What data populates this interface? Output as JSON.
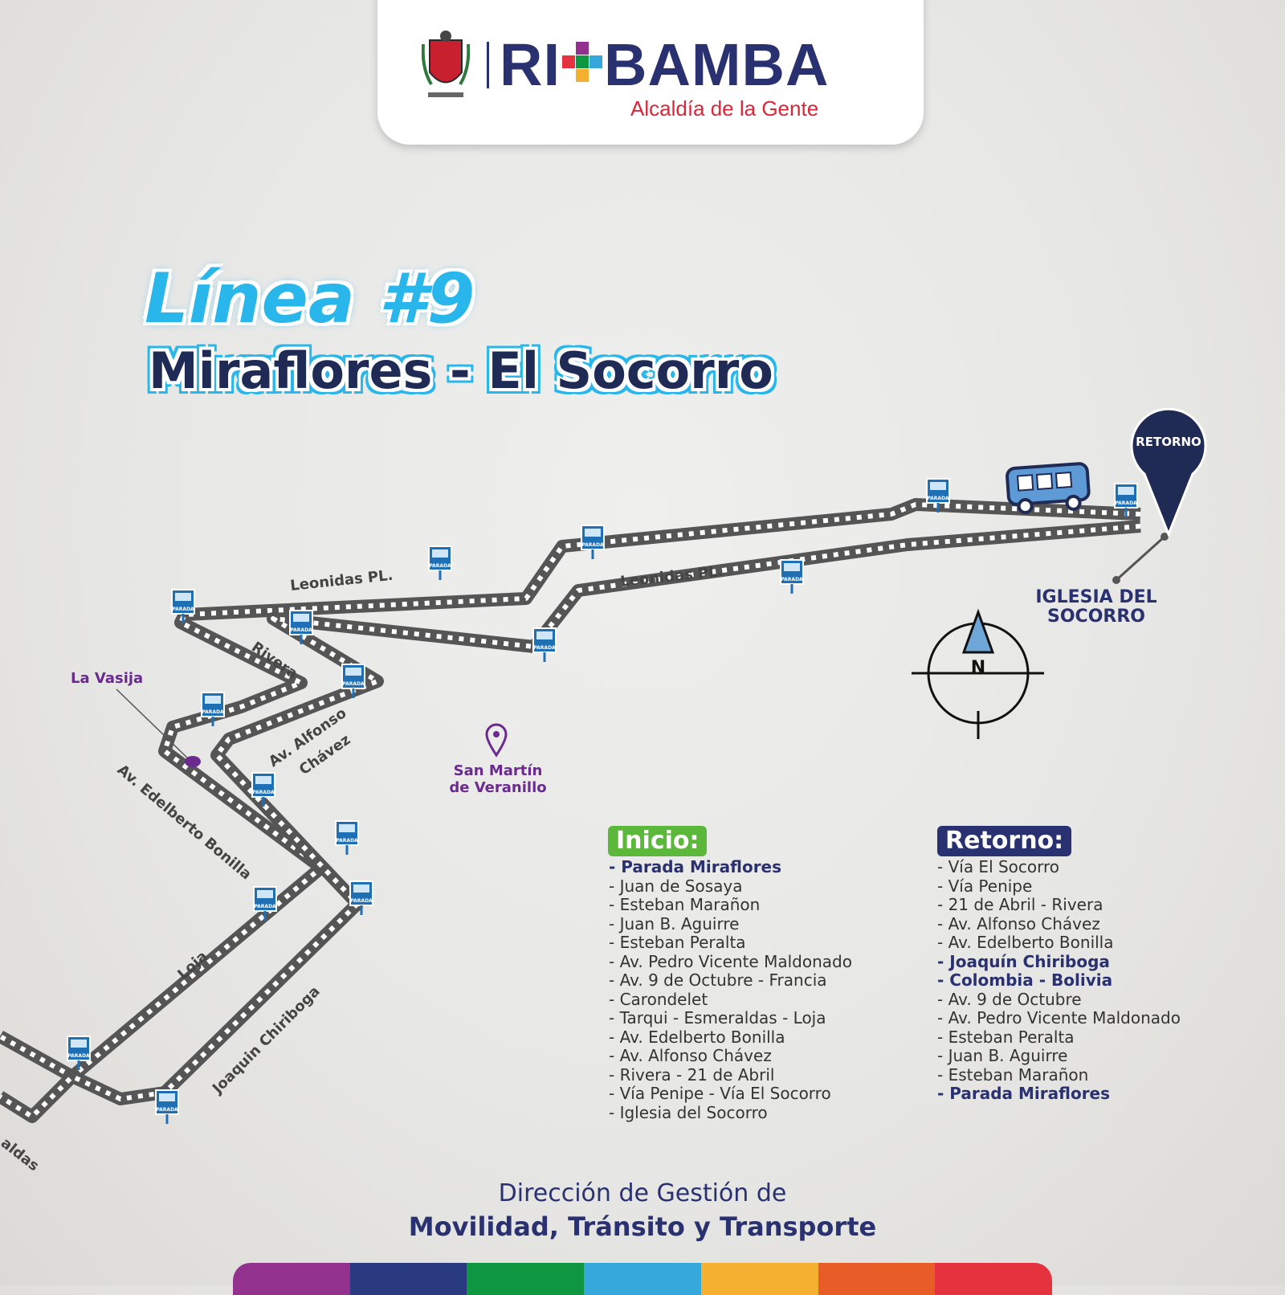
{
  "header": {
    "brand_left": "RI",
    "brand_right": "BAMBA",
    "subtitle": "Alcaldía de la Gente"
  },
  "title": {
    "line": "Línea #9",
    "route": "Miraflores - El Socorro"
  },
  "map": {
    "stop_label": "PARADA",
    "retorno_pin": "RETORNO",
    "compass_letter": "N",
    "streets": {
      "leonidas_1": "Leonidas PL.",
      "leonidas_2": "Leonidas PL.",
      "rivera": "Rivera",
      "alfonso_1": "Av. Alfonso",
      "alfonso_2": "Chávez",
      "edelberto": "Av. Edelberto Bonilla",
      "loja": "Loja",
      "joaquin": "Joaquin Chiriboga",
      "esmeraldas": "aldas"
    },
    "places": {
      "la_vasija": "La Vasija",
      "san_martin_1": "San Martín",
      "san_martin_2": "de Veranillo",
      "iglesia_1": "IGLESIA DEL",
      "iglesia_2": "SOCORRO"
    },
    "route_color": "#555555",
    "stop_color": "#1f6fb5",
    "place_color": "#6a2a8f"
  },
  "inicio": {
    "heading": "Inicio:",
    "color": "#5cb83a",
    "items": [
      {
        "text": "- Parada Miraflores",
        "bold": true
      },
      {
        "text": "- Juan de Sosaya"
      },
      {
        "text": "- Esteban Marañon"
      },
      {
        "text": "- Juan B. Aguirre"
      },
      {
        "text": "- Esteban Peralta"
      },
      {
        "text": "- Av. Pedro Vicente Maldonado"
      },
      {
        "text": "- Av. 9 de Octubre - Francia"
      },
      {
        "text": "- Carondelet"
      },
      {
        "text": "- Tarqui - Esmeraldas - Loja"
      },
      {
        "text": "- Av. Edelberto Bonilla"
      },
      {
        "text": "- Av. Alfonso Chávez"
      },
      {
        "text": "- Rivera - 21 de Abril"
      },
      {
        "text": "- Vía Penipe - Vía El Socorro"
      },
      {
        "text": "- Iglesia del Socorro"
      }
    ]
  },
  "retorno": {
    "heading": "Retorno:",
    "color": "#2a3170",
    "items": [
      {
        "text": "- Vía El Socorro"
      },
      {
        "text": "- Vía Penipe"
      },
      {
        "text": "- 21 de Abril - Rivera"
      },
      {
        "text": "- Av. Alfonso Chávez"
      },
      {
        "text": "- Av. Edelberto Bonilla"
      },
      {
        "text": "- Joaquín Chiriboga",
        "bold": true
      },
      {
        "text": "- Colombia - Bolivia",
        "bold": true
      },
      {
        "text": "- Av. 9 de Octubre"
      },
      {
        "text": "- Av. Pedro Vicente Maldonado"
      },
      {
        "text": "- Esteban Peralta"
      },
      {
        "text": "- Juan B. Aguirre"
      },
      {
        "text": "- Esteban Marañon"
      },
      {
        "text": "- Parada Miraflores",
        "bold": true
      }
    ]
  },
  "footer": {
    "line1": "Dirección de Gestión de",
    "line2": "Movilidad, Tránsito y Transporte"
  },
  "color_bar": [
    "#93328e",
    "#2a3a80",
    "#0e9640",
    "#35a8dc",
    "#f5b031",
    "#e85d27",
    "#e5323f"
  ]
}
